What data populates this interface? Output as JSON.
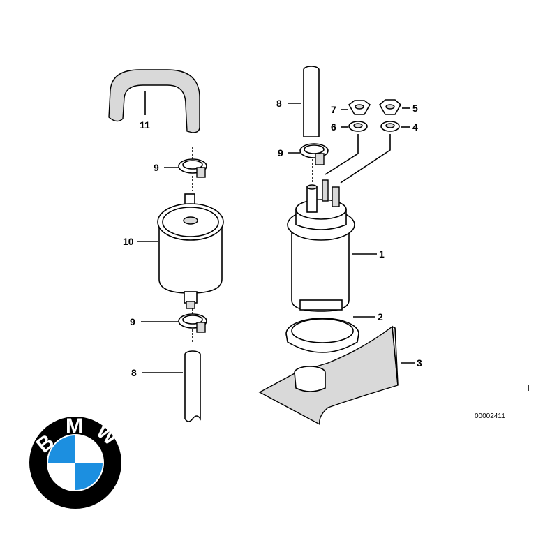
{
  "callouts": {
    "c1": "1",
    "c2": "2",
    "c3": "3",
    "c4": "4",
    "c5": "5",
    "c6": "6",
    "c7": "7",
    "c8_top": "8",
    "c8_bottom": "8",
    "c9_top_right": "9",
    "c9_top_left": "9",
    "c9_bottom_left": "9",
    "c10": "10",
    "c11": "11"
  },
  "reference_number": "00002411",
  "logo": {
    "letters": [
      "B",
      "M",
      "W"
    ],
    "colors": {
      "ring": "#000000",
      "blue": "#1c8fe0",
      "white": "#ffffff",
      "text": "#ffffff"
    }
  },
  "colors": {
    "line": "#000000",
    "fill": "#ffffff",
    "shade": "#d9d9d9"
  }
}
